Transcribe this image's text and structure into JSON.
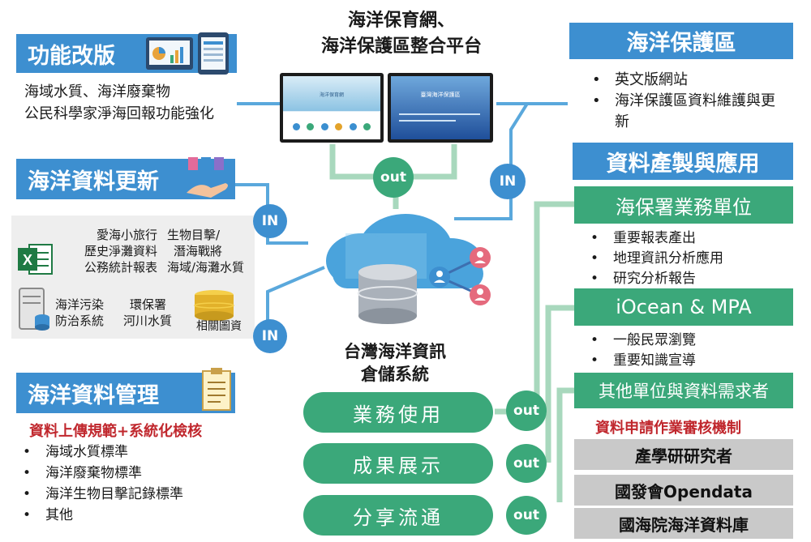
{
  "platform": {
    "title_line1": "海洋保育網、",
    "title_line2": "海洋保護區整合平台"
  },
  "feature": {
    "title": "功能改版",
    "line1": "海域水質、海洋廢棄物",
    "line2": "公民科學家淨海回報功能強化"
  },
  "mpa": {
    "title": "海洋保護區",
    "items": [
      "英文版網站",
      "海洋保護區資料維護與更新"
    ]
  },
  "update": {
    "title": "海洋資料更新"
  },
  "sources": {
    "col1": [
      "愛海小旅行",
      "歷史淨灘資料",
      "公務統計報表"
    ],
    "col2": [
      "生物目擊/",
      "潛海戰將",
      "海域/海灘水質"
    ],
    "pollution": [
      "海洋污染",
      "防治系統"
    ],
    "epa": [
      "環保署",
      "河川水質"
    ],
    "maps": "相關圖資"
  },
  "management": {
    "title": "海洋資料管理",
    "rule": "資料上傳規範+系統化檢核",
    "items": [
      "海域水質標準",
      "海洋廢棄物標準",
      "海洋生物目擊記錄標準",
      "其他"
    ]
  },
  "warehouse": {
    "line1": "台灣海洋資訊",
    "line2": "倉儲系統"
  },
  "flows": {
    "out": "out",
    "in": "IN"
  },
  "pills": [
    "業務使用",
    "成果展示",
    "分享流通"
  ],
  "production": {
    "title": "資料產製與應用"
  },
  "oca": {
    "title": "海保署業務單位",
    "items": [
      "重要報表產出",
      "地理資訊分析應用",
      "研究分析報告"
    ]
  },
  "iocean": {
    "title": "iOcean & MPA",
    "items": [
      "一般民眾瀏覽",
      "重要知識宣導"
    ]
  },
  "others": {
    "title": "其他單位與資料需求者",
    "review": "資料申請作業審核機制",
    "boxes": [
      "產學研研究者",
      "國發會Opendata",
      "國海院海洋資料庫"
    ]
  },
  "screens": {
    "left_caption": "海洋保育網",
    "right_caption": "臺灣海洋保護區"
  },
  "colors": {
    "blue": "#3d8fd0",
    "green": "#3ba87a",
    "line_green": "#a8d8bd",
    "line_blue": "#5aa8dc",
    "red": "#c0272d",
    "gray": "#c9c9c9"
  }
}
